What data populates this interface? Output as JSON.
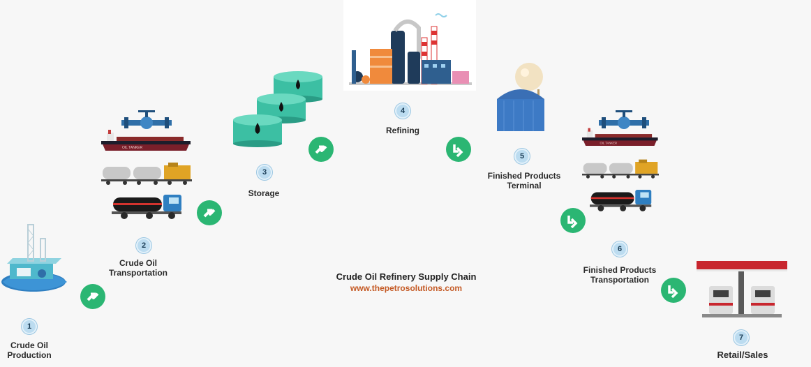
{
  "diagram": {
    "title": "Crude Oil Refinery Supply Chain",
    "website": "www.thepetrosolutions.com",
    "steps": [
      {
        "number": "1",
        "label_line1": "Crude Oil",
        "label_line2": "Production"
      },
      {
        "number": "2",
        "label_line1": "Crude Oil",
        "label_line2": "Transportation"
      },
      {
        "number": "3",
        "label_line1": "Storage",
        "label_line2": ""
      },
      {
        "number": "4",
        "label_line1": "Refining",
        "label_line2": ""
      },
      {
        "number": "5",
        "label_line1": "Finished Products",
        "label_line2": "Terminal"
      },
      {
        "number": "6",
        "label_line1": "Finished Products",
        "label_line2": "Transportation"
      },
      {
        "number": "7",
        "label_line1": "Retail/Sales",
        "label_line2": ""
      }
    ],
    "colors": {
      "arrow": "#2bb673",
      "step_badge": "#bcdcf0",
      "website": "#c45a25",
      "tank": "#3cbfa3",
      "refinery_dark": "#1f3b5a",
      "refinery_orange": "#f08a3c"
    },
    "icons": [
      "offshore-platform-icon",
      "tanker-ship-icon",
      "pipeline-valve-icon",
      "rail-tank-car-icon",
      "tanker-truck-icon",
      "storage-tank-icon",
      "refinery-icon",
      "spherical-tank-icon",
      "terminal-tank-icon",
      "fuel-station-icon",
      "green-arrow-icon"
    ]
  }
}
